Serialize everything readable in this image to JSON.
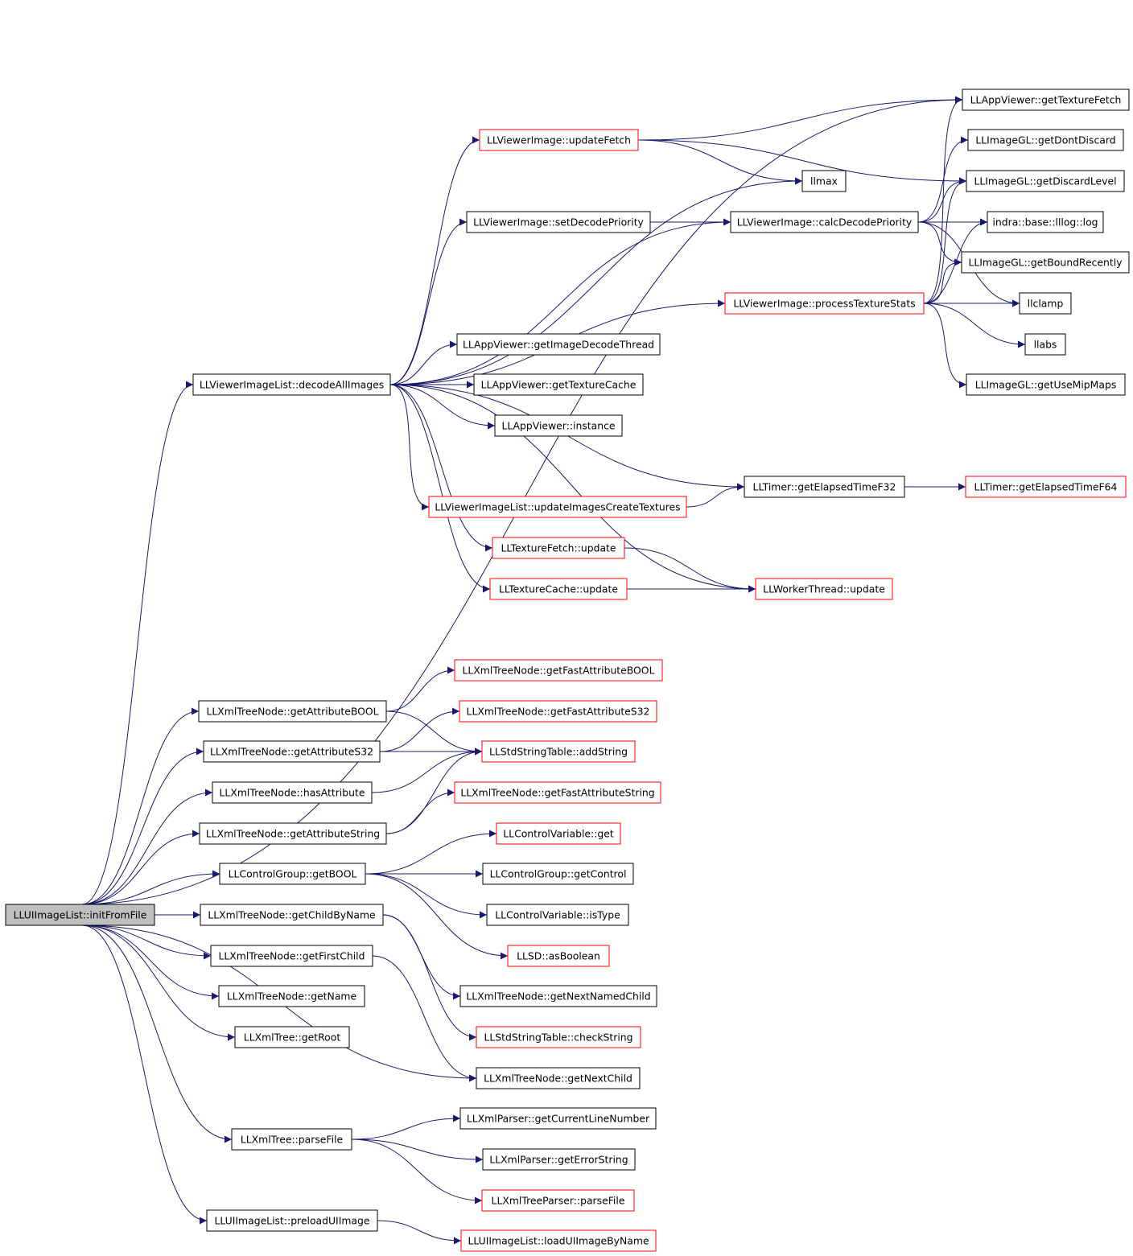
{
  "nodes": [
    {
      "id": "n0",
      "label": "LLUIImageList::initFromFile",
      "style": "root"
    },
    {
      "id": "n1",
      "label": "LLViewerImageList::decodeAllImages",
      "style": "black"
    },
    {
      "id": "n2",
      "label": "LLAppViewer::getTextureFetch",
      "style": "black"
    },
    {
      "id": "n3",
      "label": "LLViewerImage::updateFetch",
      "style": "red"
    },
    {
      "id": "n4",
      "label": "LLImageGL::getDontDiscard",
      "style": "black"
    },
    {
      "id": "n5",
      "label": "llmax",
      "style": "black"
    },
    {
      "id": "n6",
      "label": "LLImageGL::getDiscardLevel",
      "style": "black"
    },
    {
      "id": "n7",
      "label": "LLViewerImage::setDecodePriority",
      "style": "black"
    },
    {
      "id": "n8",
      "label": "LLViewerImage::calcDecodePriority",
      "style": "black"
    },
    {
      "id": "n9",
      "label": "indra::base::lllog::log",
      "style": "black"
    },
    {
      "id": "n10",
      "label": "LLImageGL::getBoundRecently",
      "style": "black"
    },
    {
      "id": "n11",
      "label": "LLViewerImage::processTextureStats",
      "style": "red"
    },
    {
      "id": "n12",
      "label": "llclamp",
      "style": "black"
    },
    {
      "id": "n13",
      "label": "LLAppViewer::getImageDecodeThread",
      "style": "black"
    },
    {
      "id": "n14",
      "label": "llabs",
      "style": "black"
    },
    {
      "id": "n15",
      "label": "LLImageGL::getUseMipMaps",
      "style": "black"
    },
    {
      "id": "n16",
      "label": "LLAppViewer::getTextureCache",
      "style": "black"
    },
    {
      "id": "n17",
      "label": "LLAppViewer::instance",
      "style": "black"
    },
    {
      "id": "n18",
      "label": "LLTimer::getElapsedTimeF32",
      "style": "black"
    },
    {
      "id": "n19",
      "label": "LLTimer::getElapsedTimeF64",
      "style": "red"
    },
    {
      "id": "n20",
      "label": "LLViewerImageList::updateImagesCreateTextures",
      "style": "red"
    },
    {
      "id": "n21",
      "label": "LLTextureFetch::update",
      "style": "red"
    },
    {
      "id": "n22",
      "label": "LLTextureCache::update",
      "style": "red"
    },
    {
      "id": "n23",
      "label": "LLWorkerThread::update",
      "style": "red"
    },
    {
      "id": "n24",
      "label": "LLXmlTreeNode::getFastAttributeBOOL",
      "style": "red"
    },
    {
      "id": "n25",
      "label": "LLXmlTreeNode::getAttributeBOOL",
      "style": "black"
    },
    {
      "id": "n26",
      "label": "LLXmlTreeNode::getFastAttributeS32",
      "style": "red"
    },
    {
      "id": "n27",
      "label": "LLXmlTreeNode::getAttributeS32",
      "style": "black"
    },
    {
      "id": "n28",
      "label": "LLStdStringTable::addString",
      "style": "red"
    },
    {
      "id": "n29",
      "label": "LLXmlTreeNode::hasAttribute",
      "style": "black"
    },
    {
      "id": "n30",
      "label": "LLXmlTreeNode::getFastAttributeString",
      "style": "red"
    },
    {
      "id": "n31",
      "label": "LLXmlTreeNode::getAttributeString",
      "style": "black"
    },
    {
      "id": "n32",
      "label": "LLControlVariable::get",
      "style": "red"
    },
    {
      "id": "n33",
      "label": "LLControlGroup::getBOOL",
      "style": "black"
    },
    {
      "id": "n34",
      "label": "LLControlGroup::getControl",
      "style": "black"
    },
    {
      "id": "n35",
      "label": "LLXmlTreeNode::getChildByName",
      "style": "black"
    },
    {
      "id": "n36",
      "label": "LLControlVariable::isType",
      "style": "black"
    },
    {
      "id": "n37",
      "label": "LLXmlTreeNode::getFirstChild",
      "style": "black"
    },
    {
      "id": "n38",
      "label": "LLSD::asBoolean",
      "style": "red"
    },
    {
      "id": "n39",
      "label": "LLXmlTreeNode::getName",
      "style": "black"
    },
    {
      "id": "n40",
      "label": "LLXmlTreeNode::getNextNamedChild",
      "style": "black"
    },
    {
      "id": "n41",
      "label": "LLXmlTree::getRoot",
      "style": "black"
    },
    {
      "id": "n42",
      "label": "LLStdStringTable::checkString",
      "style": "red"
    },
    {
      "id": "n43",
      "label": "LLXmlTreeNode::getNextChild",
      "style": "black"
    },
    {
      "id": "n44",
      "label": "LLXmlParser::getCurrentLineNumber",
      "style": "black"
    },
    {
      "id": "n45",
      "label": "LLXmlTree::parseFile",
      "style": "black"
    },
    {
      "id": "n46",
      "label": "LLXmlParser::getErrorString",
      "style": "black"
    },
    {
      "id": "n47",
      "label": "LLXmlTreeParser::parseFile",
      "style": "red"
    },
    {
      "id": "n48",
      "label": "LLUIImageList::preloadUIImage",
      "style": "black"
    },
    {
      "id": "n49",
      "label": "LLUIImageList::loadUIImageByName",
      "style": "red"
    }
  ],
  "edges": [
    [
      "n0",
      "n1"
    ],
    [
      "n0",
      "n2"
    ],
    [
      "n0",
      "n25"
    ],
    [
      "n0",
      "n27"
    ],
    [
      "n0",
      "n29"
    ],
    [
      "n0",
      "n31"
    ],
    [
      "n0",
      "n33"
    ],
    [
      "n0",
      "n35"
    ],
    [
      "n0",
      "n37"
    ],
    [
      "n0",
      "n39"
    ],
    [
      "n0",
      "n41"
    ],
    [
      "n0",
      "n43"
    ],
    [
      "n0",
      "n45"
    ],
    [
      "n0",
      "n48"
    ],
    [
      "n1",
      "n3"
    ],
    [
      "n1",
      "n5"
    ],
    [
      "n1",
      "n7"
    ],
    [
      "n1",
      "n8"
    ],
    [
      "n1",
      "n11"
    ],
    [
      "n1",
      "n13"
    ],
    [
      "n1",
      "n16"
    ],
    [
      "n1",
      "n17"
    ],
    [
      "n1",
      "n18"
    ],
    [
      "n1",
      "n20"
    ],
    [
      "n1",
      "n21"
    ],
    [
      "n1",
      "n22"
    ],
    [
      "n1",
      "n23"
    ],
    [
      "n3",
      "n2"
    ],
    [
      "n3",
      "n5"
    ],
    [
      "n3",
      "n6"
    ],
    [
      "n7",
      "n8"
    ],
    [
      "n8",
      "n4"
    ],
    [
      "n8",
      "n6"
    ],
    [
      "n8",
      "n9"
    ],
    [
      "n8",
      "n10"
    ],
    [
      "n8",
      "n12"
    ],
    [
      "n11",
      "n2"
    ],
    [
      "n11",
      "n6"
    ],
    [
      "n11",
      "n9"
    ],
    [
      "n11",
      "n10"
    ],
    [
      "n11",
      "n12"
    ],
    [
      "n11",
      "n14"
    ],
    [
      "n11",
      "n15"
    ],
    [
      "n18",
      "n19"
    ],
    [
      "n20",
      "n18"
    ],
    [
      "n21",
      "n23"
    ],
    [
      "n22",
      "n23"
    ],
    [
      "n25",
      "n24"
    ],
    [
      "n25",
      "n28"
    ],
    [
      "n27",
      "n26"
    ],
    [
      "n27",
      "n28"
    ],
    [
      "n29",
      "n28"
    ],
    [
      "n31",
      "n30"
    ],
    [
      "n31",
      "n28"
    ],
    [
      "n33",
      "n32"
    ],
    [
      "n33",
      "n34"
    ],
    [
      "n33",
      "n36"
    ],
    [
      "n33",
      "n38"
    ],
    [
      "n35",
      "n40"
    ],
    [
      "n35",
      "n42"
    ],
    [
      "n37",
      "n43"
    ],
    [
      "n45",
      "n44"
    ],
    [
      "n45",
      "n46"
    ],
    [
      "n45",
      "n47"
    ],
    [
      "n48",
      "n49"
    ]
  ]
}
